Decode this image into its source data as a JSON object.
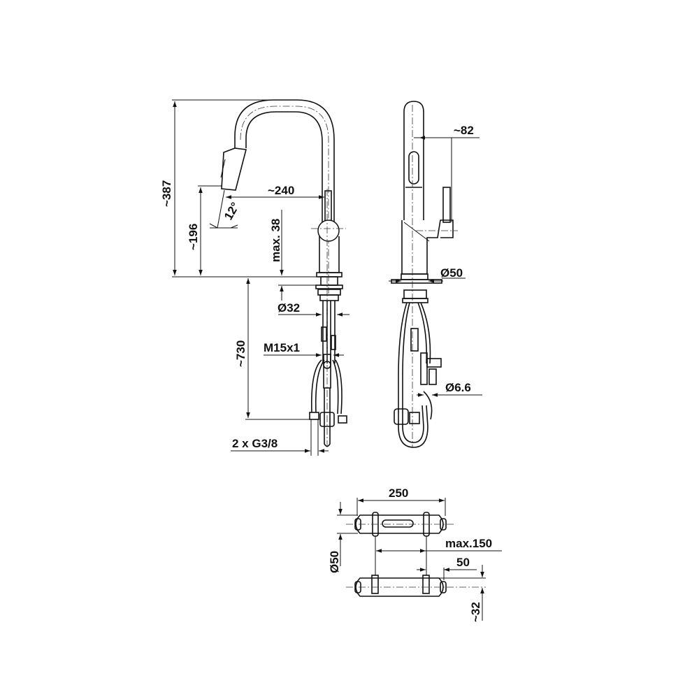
{
  "drawing": {
    "title": "Pull-out kitchen faucet dimension drawing",
    "front_view": {
      "height_total": "~387",
      "spout_height": "~196",
      "spout_reach": "~240",
      "spray_angle": "12°",
      "counter_thickness": "max. 38",
      "shank_diameter": "Ø32",
      "hose_length": "~730",
      "thread": "M15x1",
      "connections": "2 x G3/8"
    },
    "side_view": {
      "lever_offset": "~82",
      "base_diameter": "Ø50",
      "hose_diameter": "Ø6.6"
    },
    "weight_view": {
      "length": "250",
      "diameter": "Ø50",
      "clamp_spacing": "max.150",
      "clamp_offset": "50",
      "height": "~32"
    }
  }
}
